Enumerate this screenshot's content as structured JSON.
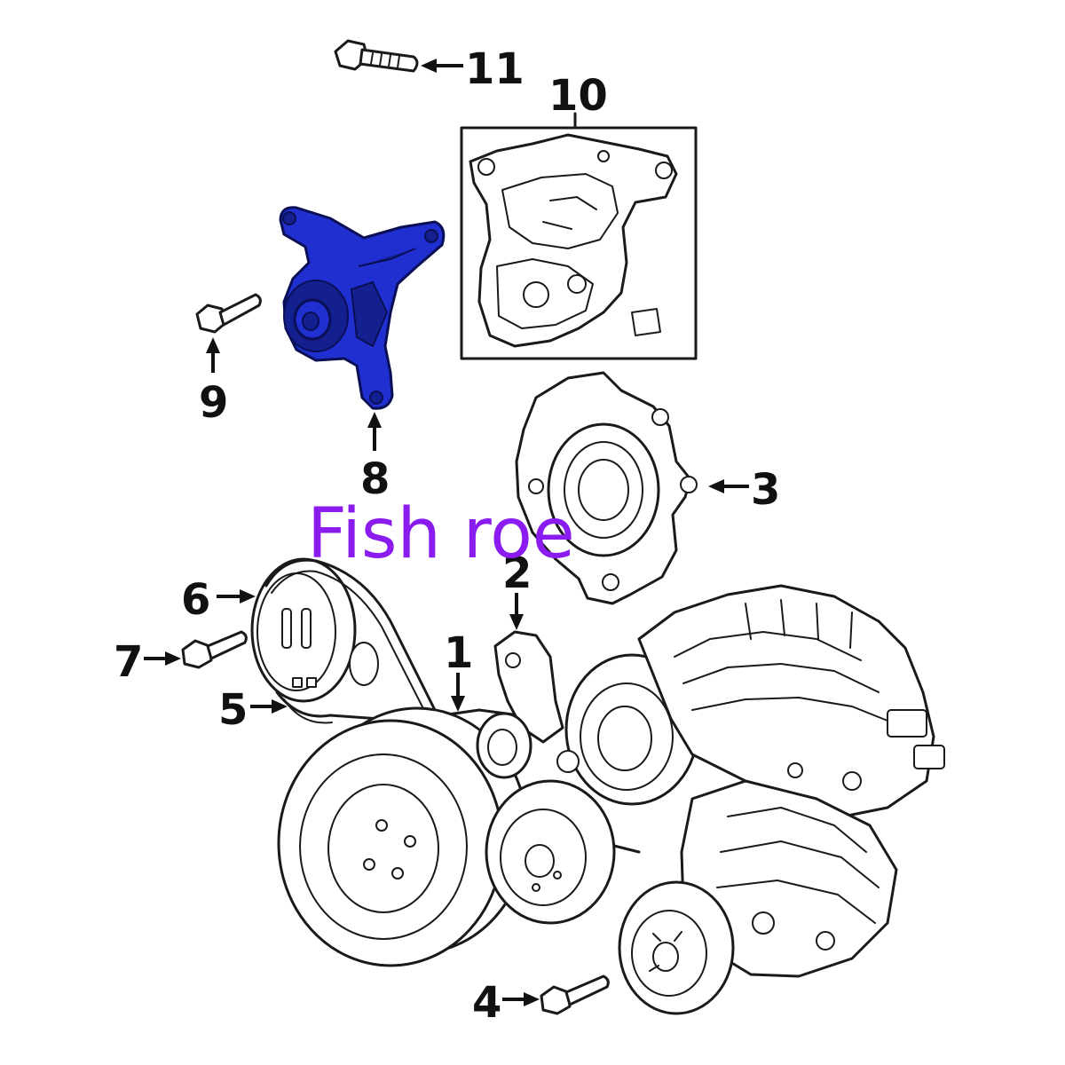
{
  "watermark": "Fish roe",
  "callouts": {
    "c1": "1",
    "c2": "2",
    "c3": "3",
    "c4": "4",
    "c5": "5",
    "c6": "6",
    "c7": "7",
    "c8": "8",
    "c9": "9",
    "c10": "10",
    "c11": "11"
  },
  "colors": {
    "highlight_part": "#1f2fd0",
    "watermark": "#8a1cf0",
    "line_art": "#1a1a1a"
  }
}
